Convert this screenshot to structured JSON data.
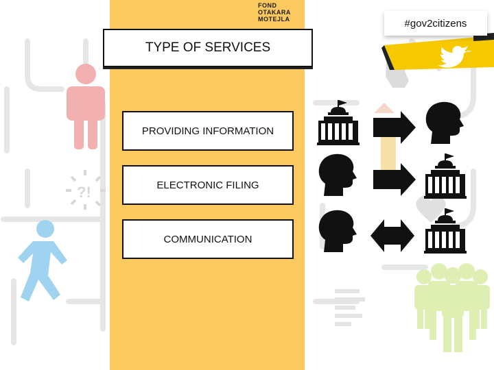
{
  "logo": {
    "line1": "FOND",
    "line2": "OTAKARA",
    "line3": "MOTEJLA"
  },
  "hashtag": "#gov2citizens",
  "title": "TYPE OF SERVICES",
  "services": [
    {
      "label": "PROVIDING INFORMATION",
      "from": "government-building-icon",
      "arrow": "right-arrow-icon",
      "to": "citizen-head-icon"
    },
    {
      "label": "ELECTRONIC FILING",
      "from": "citizen-head-icon",
      "arrow": "right-arrow-icon",
      "to": "government-building-icon"
    },
    {
      "label": "COMMUNICATION",
      "from": "citizen-head-icon",
      "arrow": "double-arrow-icon",
      "to": "government-building-icon"
    }
  ],
  "colors": {
    "panel": "#fbc95e",
    "accent_yellow": "#f6c800",
    "faded_red": "#f3b0b0",
    "faded_blue": "#9fd3ef",
    "faded_green": "#dfeeb3",
    "faded_grey": "#e3e3e3"
  }
}
